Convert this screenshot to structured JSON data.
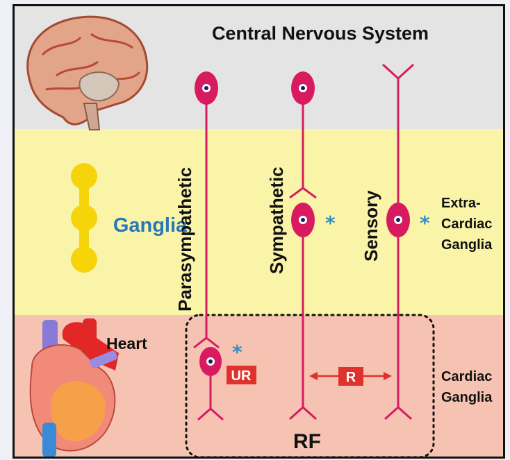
{
  "title": "Central Nervous System",
  "ganglia_label": "Ganglia",
  "heart_label": "Heart",
  "pathways": {
    "parasympathetic": "Parasympathetic",
    "sympathetic": "Sympathetic",
    "sensory": "Sensory"
  },
  "extracardiac_label": [
    "Extra-",
    "Cardiac",
    "Ganglia"
  ],
  "cardiac_label": [
    "Cardiac",
    "Ganglia"
  ],
  "marker_symbol": "*",
  "ur_label": "UR",
  "r_label": "R",
  "rf_label": "RF",
  "colors": {
    "neuron": "#d81b60",
    "nucleus_ring": "#ffffff",
    "nucleus_core": "#1a1a6e",
    "asterisk": "#2b8fc9",
    "ganglia_text": "#2778b8",
    "label_box": "#e0322c",
    "ganglia_bead": "#f6d40a",
    "band_cns": "#e4e4e4",
    "band_ganglia": "#faf4a8",
    "band_heart": "#f6c2b1"
  }
}
